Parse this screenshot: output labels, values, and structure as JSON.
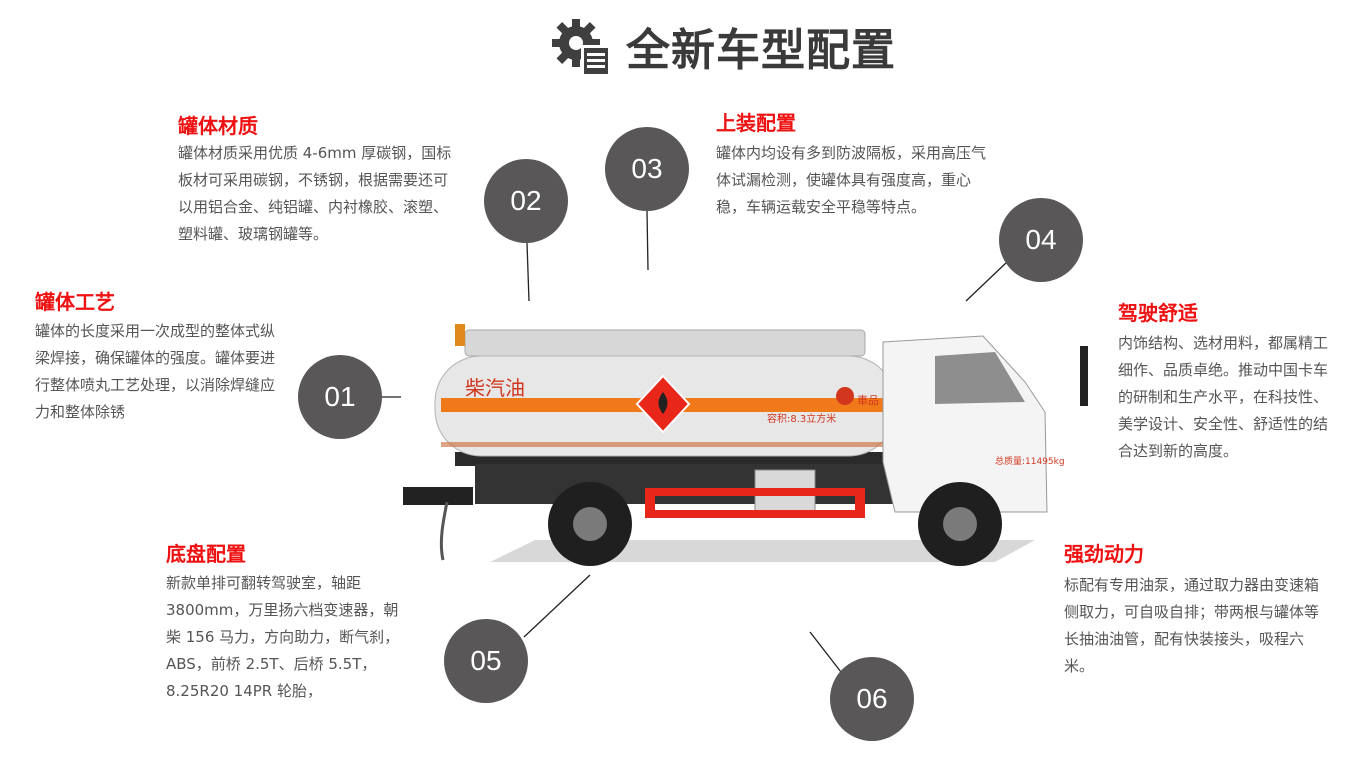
{
  "page_title": "全新车型配置",
  "icons": {
    "title_icon": "gear-document-icon"
  },
  "colors": {
    "accent": "#e11111",
    "circle": "#595757",
    "title": "#3a3a3a",
    "body_text": "#555555"
  },
  "sections": [
    {
      "number": "01",
      "title": "罐体工艺",
      "body": "罐体的长度采用一次成型的整体式纵梁焊接，确保罐体的强度。罐体要进行整体喷丸工艺处理，以消除焊缝应力和整体除锈"
    },
    {
      "number": "02",
      "title": "罐体材质",
      "body": "罐体材质采用优质 4-6mm 厚碳钢，国标板材可采用碳钢，不锈钢，根据需要还可以用铝合金、纯铝罐、内衬橡胶、滚塑、塑料罐、玻璃钢罐等。"
    },
    {
      "number": "03",
      "title": "上装配置",
      "body": "罐体内均设有多到防波隔板，采用高压气体试漏检测，使罐体具有强度高，重心稳，车辆运载安全平稳等特点。"
    },
    {
      "number": "04",
      "title": "驾驶舒适",
      "body": "内饰结构、选材用料，都属精工细作、品质卓绝。推动中国卡车的研制和生产水平，在科技性、美学设计、安全性、舒适性的结合达到新的高度。"
    },
    {
      "number": "05",
      "title": "底盘配置",
      "body": "新款单排可翻转驾驶室，轴距 3800mm，万里扬六档变速器，朝柴 156 马力，方向助力，断气刹，ABS，前桥 2.5T、后桥 5.5T，8.25R20 14PR 轮胎，"
    },
    {
      "number": "06",
      "title": "强劲动力",
      "body": "标配有专用油泵，通过取力器由变速箱侧取力，可自吸自排；带两根与罐体等长抽油油管，配有快装接头，吸程六米。"
    }
  ],
  "truck": {
    "tank_label": "柴汽油",
    "capacity_label": "容积:8.3立方米",
    "brand_text": "車品",
    "weight_text": "总质量:11495kg"
  }
}
